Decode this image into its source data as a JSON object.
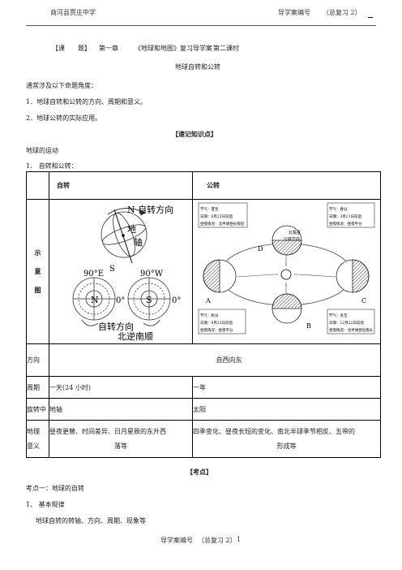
{
  "header": {
    "school": "商河县贾庄中学",
    "code_label": "导学案编号",
    "code_value": "（总复习 2）"
  },
  "lesson_line": {
    "label": "【课　　题】",
    "chapter": "第一章",
    "title": "《地球和地图》复习导学案",
    "session": "第二课时"
  },
  "subtitle": "地球自转和公转",
  "intro": "通常涉及以下命题角度：",
  "angles": [
    "1．地球自转和公转的方向、周期和意义。",
    "2．地球公转的实际应用。"
  ],
  "section_knowledge": "【速记知识点】",
  "topic": "地球的运动",
  "topic_item": "1.　自转和公转：",
  "table": {
    "col_rotation": "自转",
    "col_revolution": "公转",
    "diagram_row_label": [
      "示",
      "意",
      "图"
    ],
    "rotation_diagram": {
      "top_label": "N 自转方向",
      "axis_label_1": "地",
      "axis_label_2": "轴",
      "south": "S",
      "left_long": "90°E",
      "right_long": "90°W",
      "left_pole": "N",
      "right_pole": "S",
      "zero_left": "0°",
      "zero_right": "0°",
      "bottom_label_1": "自转方向",
      "bottom_label_2": "北逆南顺"
    },
    "revolution_diagram": {
      "box_tl": [
        "节气：夏至",
        "日期：6月22日前后",
        "昼夜情况：北半球昼长夜短"
      ],
      "box_tr": [
        "节气：春分",
        "日期：3月21日前后",
        "昼夜情况：昼夜平分"
      ],
      "box_bl": [
        "节气：秋分",
        "日期：9月23日前后",
        "昼夜情况：昼夜平分"
      ],
      "box_br": [
        "节气：冬至",
        "日期：12月22日前后",
        "昼夜情况：北半球昼短夜长"
      ],
      "letter_a": "A",
      "letter_b": "B",
      "letter_c": "C",
      "letter_d": "D",
      "orbit_label_1": "北极星",
      "orbit_label_2": "公转方向"
    },
    "rows": [
      {
        "label": "方向",
        "rotation": "自西向东",
        "revolution": "",
        "merged": true
      },
      {
        "label": "周期",
        "rotation": "一天(24 小时)",
        "revolution": "一年"
      },
      {
        "label": "旋转中",
        "rotation": "地轴",
        "revolution": "太阳"
      },
      {
        "label": [
          "地理",
          "意义"
        ],
        "rotation": [
          "昼夜更替、时间差异、日月星辰的东升西",
          "落等"
        ],
        "revolution": [
          "四季变化、昼夜长短的变化、南北半球季节相反、五带的",
          "形成等"
        ]
      }
    ]
  },
  "section_points": "【考点】",
  "point_1": "考点一：地球的自转",
  "point_1_item": "1、 基本规律",
  "point_1_text": "地球自转的转轴、方向、周期、现象等",
  "footer": {
    "code_label": "导学案编号",
    "code_value": "（总复习 2）",
    "page": "1"
  }
}
